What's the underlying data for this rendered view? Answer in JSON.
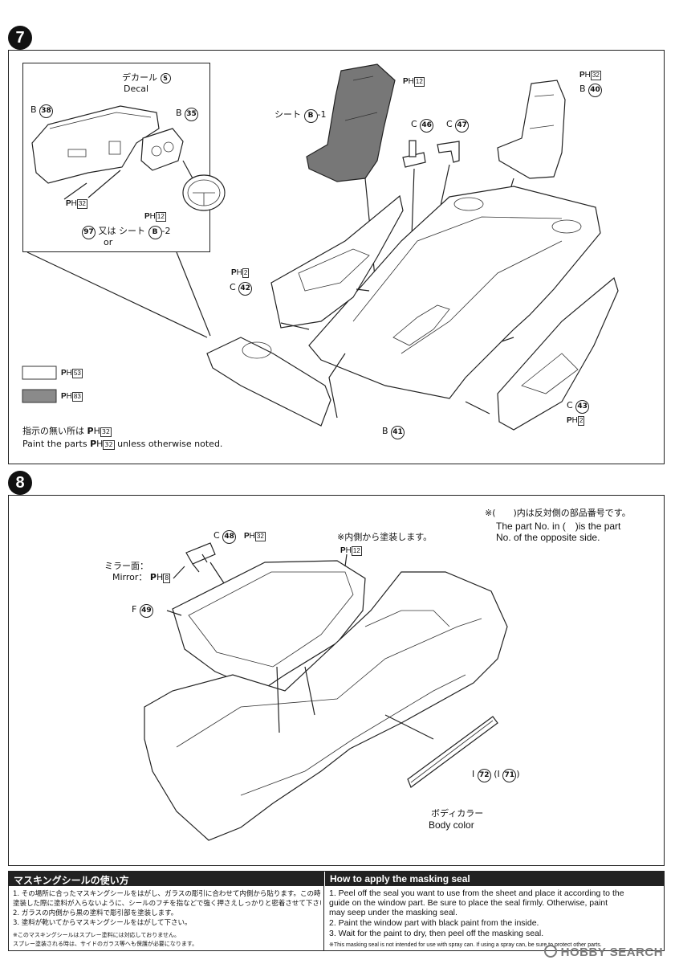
{
  "step7": {
    "number": "7",
    "decal_jp": "デカール",
    "decal_num": "5",
    "decal_en": "Decal",
    "b38": "38",
    "b35": "35",
    "ph32_inset": "32",
    "ph12_inset": "12",
    "part97": "97",
    "or_jp": "又は",
    "or_en": "or",
    "seat_b2": "シート",
    "seat_b2_suffix": "-2",
    "seat_b1": "シート",
    "seat_b1_suffix": "-1",
    "ph12_seat": "12",
    "c46": "46",
    "c47": "47",
    "ph32_seat": "32",
    "b40": "40",
    "ph2_left": "2",
    "c42": "42",
    "c43": "43",
    "ph2_right": "2",
    "b41": "41",
    "legend_white": "53",
    "legend_dark": "83",
    "legend_white_color": "#ffffff",
    "legend_dark_color": "#8a8a8a",
    "note_jp": "指示の無い所は",
    "note_jp_num": "32",
    "note_en_pre": "Paint the parts",
    "note_en_num": "32",
    "note_en_post": "unless otherwise noted."
  },
  "step8": {
    "number": "8",
    "opposite_jp": "※(　　)内は反対側の部品番号です。",
    "opposite_en1": "The part No. in (　)is the part",
    "opposite_en2": "No. of the opposite side.",
    "c48": "48",
    "ph32": "32",
    "inside_paint_jp": "※内側から塗装します。",
    "ph12": "12",
    "mirror_jp": "ミラー面：",
    "mirror_en": "Mirror：",
    "ph8": "8",
    "f49": "49",
    "i72": "72",
    "i71": "71",
    "body_color_jp": "ボディカラー",
    "body_color_en": "Body color"
  },
  "masking": {
    "title_jp": "マスキングシールの使い方",
    "title_en": "How to apply the masking seal",
    "jp_lines": [
      "1. その場所に合ったマスキングシールをはがし、ガラスの彫引に合わせて内側から貼ります。この時、",
      "   塗装した際に塗料が入らないように、シールのフチを指などで強く押さえしっかりと密着させて下さい。",
      "2. ガラスの内側から黒の塗料で彫引部を塗装します。",
      "3. 塗料が乾いてからマスキングシールをはがして下さい。",
      "※このマスキングシールはスプレー塗料には対応しておりません。",
      "  スプレー塗装される時は、サイドのガラス等へも保護が必要になります。"
    ],
    "en_lines": [
      "1. Peel off the seal you want to use from the sheet and place it according to the",
      "    guide on the window part. Be sure to place the seal firmly. Otherwise, paint",
      "    may seep under the masking seal.",
      "2. Paint the window part with black paint from the inside.",
      "3. Wait for the paint to dry, then peel off the masking seal.",
      "※This masking seal is not intended for use with spray can. If using a spray can, be sure to protect other parts."
    ]
  },
  "watermark": "HOBBY SEARCH"
}
